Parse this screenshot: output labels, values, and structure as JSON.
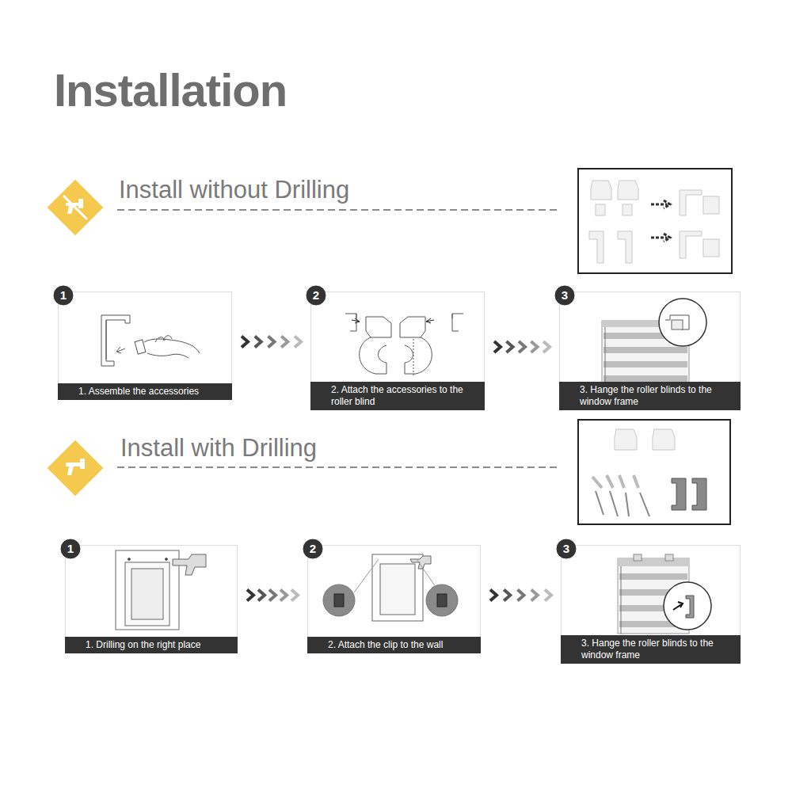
{
  "diagram": {
    "title": "Installation",
    "nodes": [
      {
        "text": [
          "1. Assemble the accessories"
        ]
      },
      {
        "text": [
          "1"
        ],
        "in": 0
      },
      {
        "text": [
          "2. Attach the accessories to the roller blind"
        ]
      },
      {
        "text": [
          "2"
        ],
        "in": 2
      },
      {
        "text": [
          "3. Hange the roller blinds to the window frame"
        ]
      },
      {
        "text": [
          "3"
        ],
        "in": 4
      },
      {
        "text": [
          "1. Drilling on the right place"
        ]
      },
      {
        "text": [
          "1"
        ],
        "in": 6
      },
      {
        "text": [
          "2. Attach the clip to the wall"
        ]
      },
      {
        "text": [
          "2"
        ],
        "in": 8
      },
      {
        "text": [
          "3. Hange the roller blinds to the window frame"
        ]
      },
      {
        "text": [
          "3"
        ],
        "in": 10
      }
    ],
    "edges": [
      {
        "from": 0,
        "to": 2,
        "arrow": "to"
      },
      {
        "from": 2,
        "to": 4,
        "arrow": "to"
      },
      {
        "from": 6,
        "to": 8,
        "arrow": "to"
      },
      {
        "from": 8,
        "to": 10,
        "arrow": "to"
      }
    ],
    "labels": [
      "Install without Drilling",
      "Install with Drilling"
    ]
  }
}
